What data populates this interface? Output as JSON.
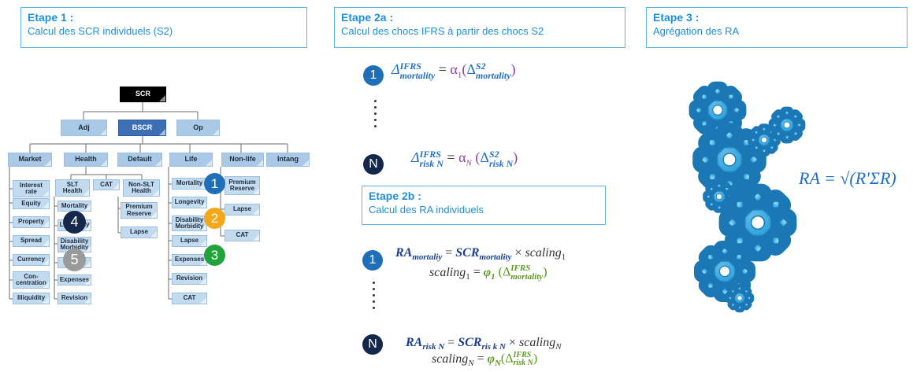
{
  "stage1": {
    "title": "Etape 1 :",
    "subtitle": "Calcul des SCR individuels (S2)"
  },
  "stage2a": {
    "title": "Etape 2a :",
    "subtitle": "Calcul des chocs IFRS à partir des chocs S2"
  },
  "stage2b": {
    "title": "Etape 2b :",
    "subtitle": "Calcul des RA individuels"
  },
  "stage3": {
    "title": "Etape 3 :",
    "subtitle": "Agrégation des RA"
  },
  "tree": {
    "root": "SCR",
    "level1": [
      "Adj",
      "BSCR",
      "Op"
    ],
    "modules": [
      "Market",
      "Health",
      "Default",
      "Life",
      "Non-life",
      "Intang"
    ],
    "market": [
      "Interest rate",
      "Equity",
      "Property",
      "Spread",
      "Currency",
      "Con-centration",
      "Illiquidity"
    ],
    "health": [
      "SLT Health",
      "CAT",
      "Non-SLT Health"
    ],
    "slt_health": [
      "Mortality",
      "Longevity",
      "Disability Morbidity",
      "Lapse",
      "Expenses",
      "Revision"
    ],
    "non_slt_health": [
      "Premium Reserve",
      "Lapse"
    ],
    "life": [
      "Mortality",
      "Longevity",
      "Disability Morbidity",
      "Lapse",
      "Expenses",
      "Revision",
      "CAT"
    ],
    "nonlife": [
      "Premium Reserve",
      "Lapse",
      "CAT"
    ]
  },
  "badges": {
    "b1": "1",
    "b2": "2",
    "b3": "3",
    "b4": "4",
    "b5": "5",
    "eq_b1": "1",
    "eq_bN": "N",
    "ra_b1": "1",
    "ra_bN": "N"
  },
  "colors": {
    "badge_blue": "#1f6fb8",
    "badge_orange": "#f2a818",
    "badge_green": "#22a33a",
    "badge_navy": "#14284b",
    "badge_gray": "#9a9a9a",
    "accent_title": "#1f8fd6",
    "alpha_purple": "#8a3fa8",
    "phi_green": "#5a9b1f",
    "ra_navy": "#1a3f8c",
    "formula_blue": "#1f6fc9",
    "gear_blue": "#39a9e0"
  },
  "formulas": {
    "ra_aggregate": "RA = √(R'ΣR)"
  }
}
